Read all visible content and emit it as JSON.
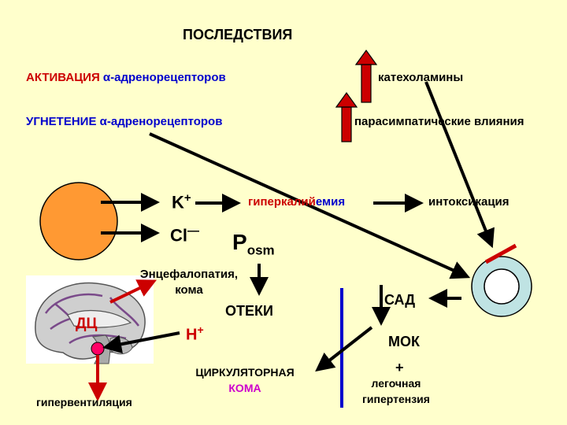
{
  "title": "ПОСЛЕДСТВИЯ",
  "activation": {
    "word": "АКТИВАЦИЯ",
    "rest": " α-адренорецепторов"
  },
  "inhibition": {
    "word": "УГНЕТЕНИЕ",
    "rest": " α-адренорецепторов"
  },
  "catecholamines": "катехоламины",
  "parasympathetic": "парасимпатические влияния",
  "potassium": {
    "base": "K",
    "sup": "+"
  },
  "hyperkalemia": {
    "red": "гиперкалий",
    "blue": "емия"
  },
  "intoxication": "интоксикация",
  "chloride": {
    "base": "Cl",
    "sup": "—"
  },
  "posm": {
    "base": "P",
    "sub": "osm"
  },
  "encephalopathy": {
    "line1": "Энцефалопатия,",
    "line2": "кома"
  },
  "edema": "ОТЕКИ",
  "dc": "ДЦ",
  "hydrogen": {
    "base": "H",
    "sup": "+"
  },
  "sad": "САД",
  "mok": "МОК",
  "plus": "+",
  "circulatory_coma": {
    "line1": "ЦИРКУЛЯТОРНАЯ",
    "line2": "КОМА"
  },
  "pulmonary_hypertension": {
    "line1": "легочная",
    "line2": "гипертензия"
  },
  "hyperventilation": "гипервентиляция",
  "colors": {
    "background": "#ffffcc",
    "cell": "#ff9933",
    "vessel_outer": "#bfe3e3",
    "accent_red": "#cc0000",
    "accent_blue": "#0000cc",
    "accent_magenta": "#cc00cc",
    "brain_violet": "#7a4a8a"
  }
}
